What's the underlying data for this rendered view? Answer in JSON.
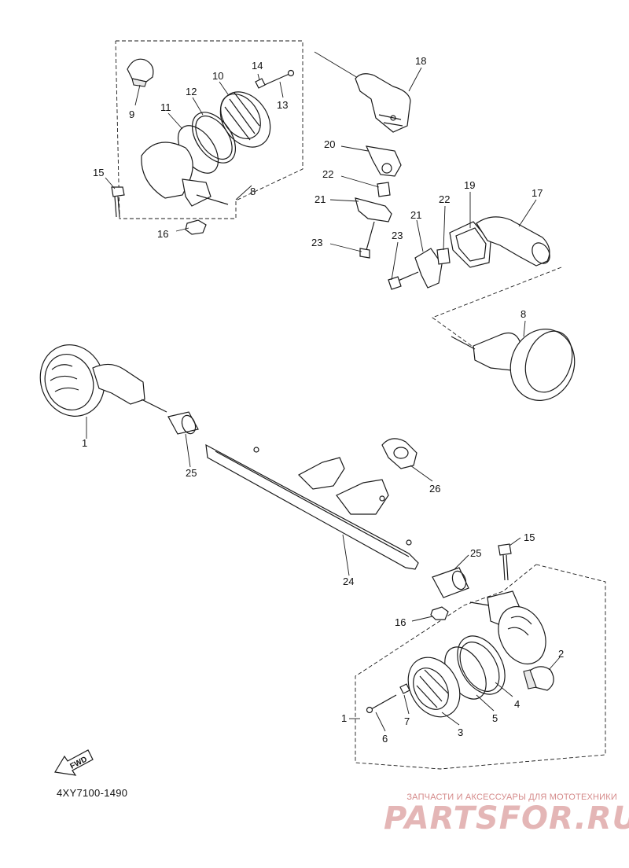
{
  "diagram": {
    "code": "4XY7100-1490",
    "fwd_label": "FWD",
    "callouts": {
      "c1_top": "1",
      "c1_bottom": "1",
      "c2": "2",
      "c3": "3",
      "c4": "4",
      "c5": "5",
      "c6": "6",
      "c7": "7",
      "c8_top": "8",
      "c8_right": "8",
      "c9": "9",
      "c10": "10",
      "c11": "11",
      "c12": "12",
      "c13": "13",
      "c14": "14",
      "c15_top": "15",
      "c15_bottom": "15",
      "c16_top": "16",
      "c16_bottom": "16",
      "c17": "17",
      "c18": "18",
      "c19": "19",
      "c20": "20",
      "c21_left": "21",
      "c21_right": "21",
      "c22_left": "22",
      "c22_right": "22",
      "c23_left": "23",
      "c23_right": "23",
      "c24": "24",
      "c25_left": "25",
      "c25_right": "25",
      "c26": "26"
    }
  },
  "watermark": {
    "caption": "ЗАПЧАСТИ И АКСЕССУАРЫ ДЛЯ МОТОТЕХНИКИ",
    "logo": "PARTSFOR.RU"
  }
}
